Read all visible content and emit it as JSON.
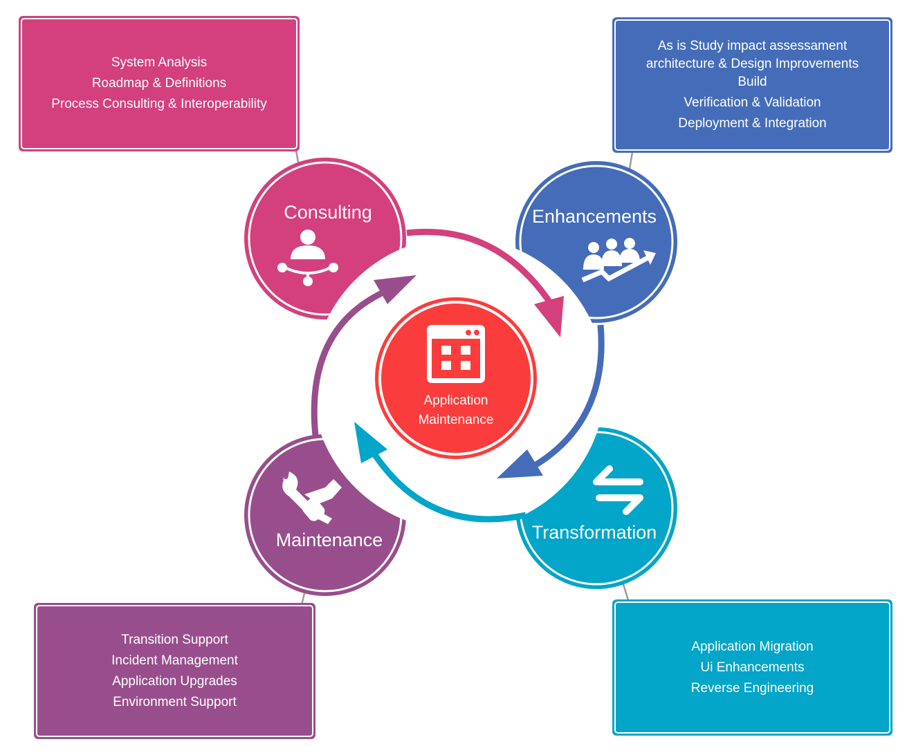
{
  "center": {
    "line1": "Application",
    "line2": "Maintenance",
    "icon": "app-grid-icon",
    "color": "#FB3C3C"
  },
  "stages": [
    {
      "title": "Consulting",
      "icon": "consultant-network-icon",
      "color": "#D3407D",
      "items": [
        "System Analysis",
        "Roadmap & Definitions",
        "Process Consulting & Interoperability"
      ]
    },
    {
      "title": "Enhancements",
      "icon": "team-growth-icon",
      "color": "#456CB9",
      "items": [
        "As is Study impact assessament",
        "architecture & Design Improvements",
        "Build",
        "Verification & Validation",
        "Deployment & Integration"
      ]
    },
    {
      "title": "Transformation",
      "icon": "exchange-arrows-icon",
      "color": "#03A5C8",
      "items": [
        "Application Migration",
        "Ui Enhancements",
        "Reverse Engineering"
      ]
    },
    {
      "title": "Maintenance",
      "icon": "wrench-hand-icon",
      "color": "#984E8C",
      "items": [
        "Transition Support",
        "Incident Management",
        "Application Upgrades",
        "Environment Support"
      ]
    }
  ]
}
